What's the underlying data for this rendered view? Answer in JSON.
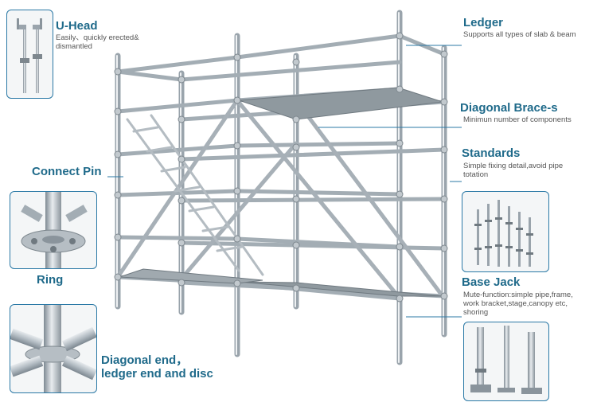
{
  "labels": {
    "u_head": {
      "title": "U-Head",
      "desc_1": "Easily、quickly erected&",
      "desc_2": "dismantled"
    },
    "ledger": {
      "title": "Ledger",
      "desc": "Supports all types of slab & beam"
    },
    "diagonal_brace": {
      "title": "Diagonal Brace-s",
      "desc": "Minimun number of components"
    },
    "standards": {
      "title": "Standards",
      "desc_1": "Simple fixing detail,avoid pipe",
      "desc_2": "totation"
    },
    "connect_pin": {
      "title": "Connect Pin"
    },
    "ring": {
      "title": "Ring"
    },
    "base_jack": {
      "title": "Base Jack",
      "desc_1": "Mute-function:simple pipe,frame,",
      "desc_2": "work bracket,stage,canopy etc,",
      "desc_3": "shoring"
    },
    "diagonal_end": {
      "title_1": "Diagonal end，",
      "title_2": "ledger end and disc"
    }
  },
  "colors": {
    "accent": "#1f6a8a",
    "border": "#2b79a6",
    "steel": "#a9b2b9"
  }
}
